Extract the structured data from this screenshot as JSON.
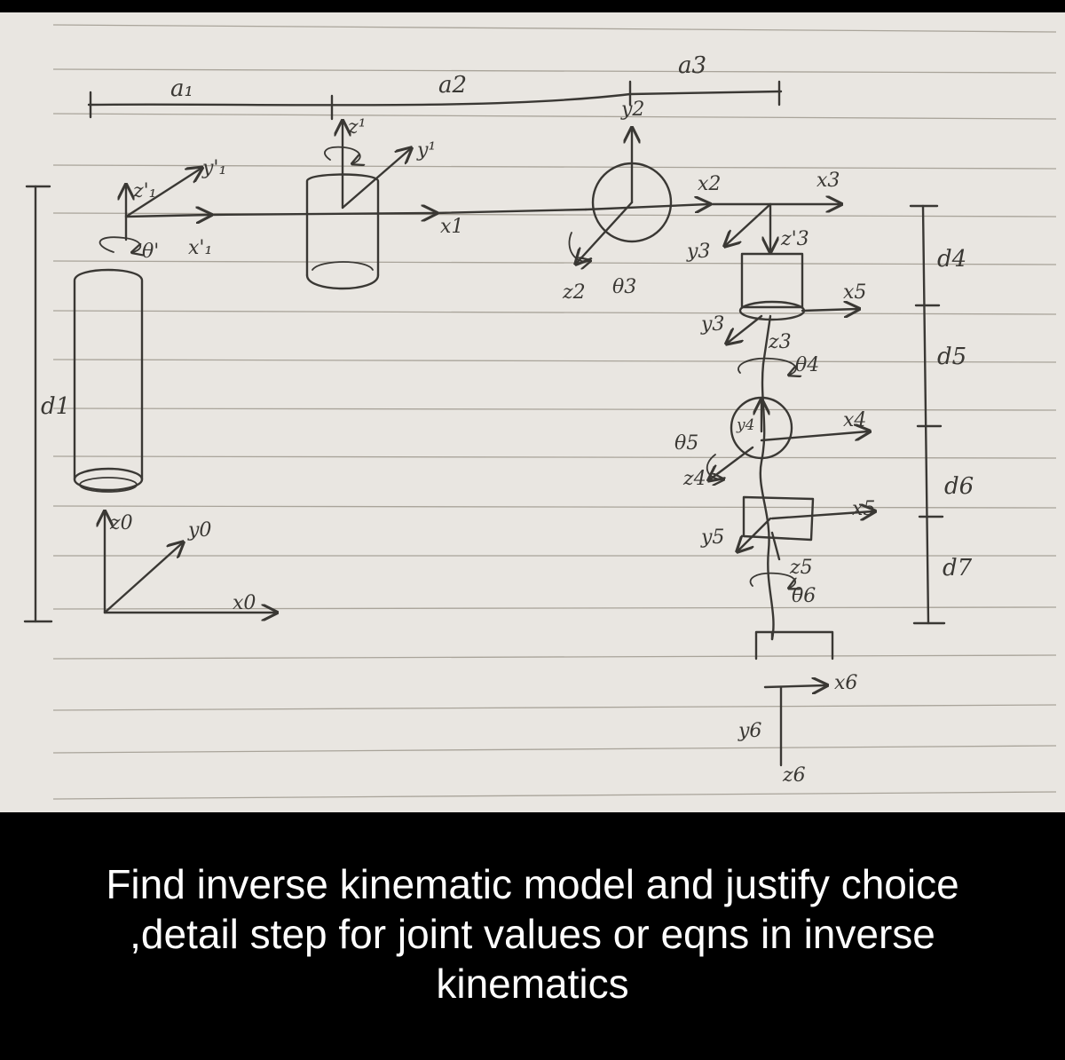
{
  "caption": {
    "text": "Find inverse kinematic model and justify choice ,detail step for joint values or eqns in inverse kinematics"
  },
  "colors": {
    "paper": "#e9e6e1",
    "ink": "#3a3834",
    "rule_line": "#a9a49a",
    "caption_background": "#000000",
    "caption_text": "#ffffff"
  },
  "sketch": {
    "dimensions": {
      "a1": "a₁",
      "a2": "a2",
      "a3": "a3",
      "d1": "d1",
      "d4": "d4",
      "d5": "d5",
      "d6": "d6",
      "d7": "d7"
    },
    "frame0": {
      "z": "z0",
      "y": "y0",
      "x": "x0"
    },
    "frame1": {
      "z": "z'₁",
      "y": "y'₁",
      "x": "x'₁",
      "theta": "θ'"
    },
    "joint2": {
      "z": "z¹",
      "y": "y¹",
      "x": "x1"
    },
    "frame2": {
      "y": "y2",
      "x": "x2",
      "z": "z2",
      "theta": "θ3"
    },
    "frame3": {
      "x": "x3",
      "y_a": "y3",
      "z": "z'3",
      "y_b": "y3"
    },
    "joint4": {
      "x": "x5",
      "z": "z3",
      "theta": "θ4"
    },
    "frame4": {
      "y": "y4",
      "x": "x4",
      "z": "z4",
      "theta": "θ5"
    },
    "frame5": {
      "x": "x5",
      "y": "y5",
      "z": "z5",
      "theta": "θ6"
    },
    "frame6": {
      "x": "x6",
      "y": "y6",
      "z": "z6"
    }
  }
}
